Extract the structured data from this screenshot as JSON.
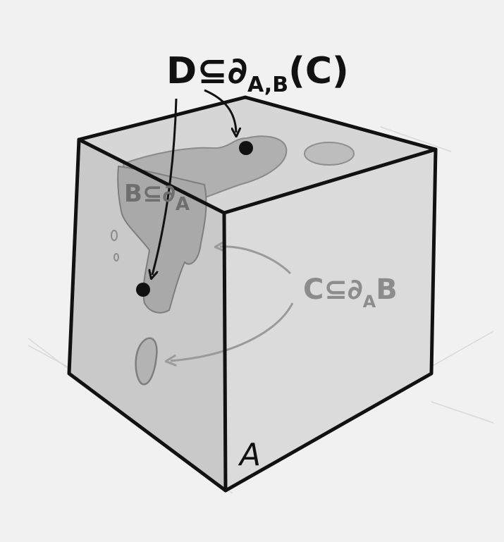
{
  "labels": {
    "main_relation": "D⊆∂",
    "main_subscript": "A,B",
    "main_argument": "(C)",
    "b_relation": "B⊆∂",
    "b_subscript": "A",
    "c_relation": "C⊆∂",
    "c_subscript": "A",
    "c_tail": "B",
    "cube_label": "A"
  },
  "colors": {
    "paper": "#f1f1f1",
    "ink": "#111111",
    "pencil_fill": "#b3b3b3",
    "pencil_light": "#d2d2d2",
    "pencil_text": "#8c8c8c"
  }
}
